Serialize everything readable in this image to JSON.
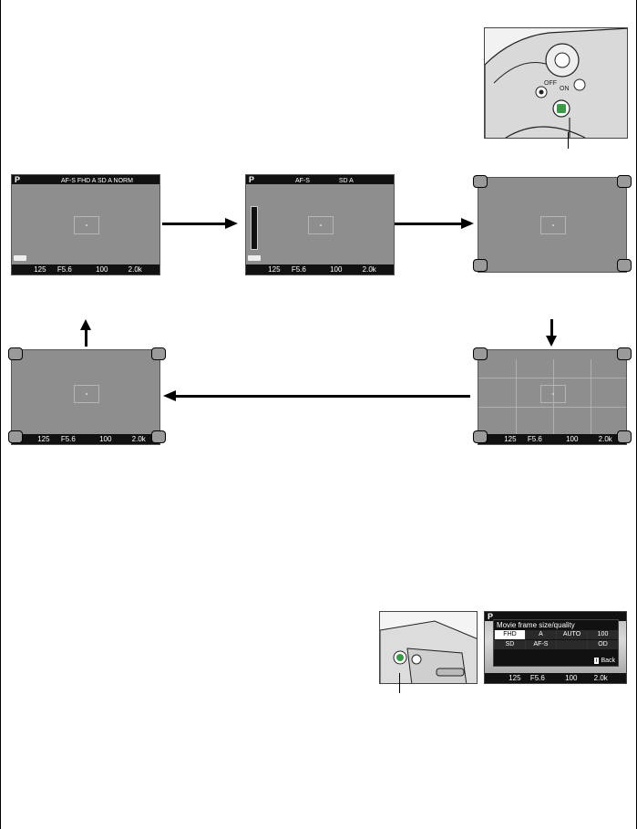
{
  "screens": {
    "s1": {
      "mode": "P",
      "top_info": "AF-S  FHD  A  SD  A  NORM",
      "shutter": "125",
      "aperture": "F5.6",
      "iso": "100",
      "remaining": "2.0k"
    },
    "s2": {
      "mode": "P",
      "top_info": "AF-S",
      "top_right": "SD  A",
      "shutter": "125",
      "aperture": "F5.6",
      "iso": "100",
      "remaining": "2.0k"
    },
    "s4": {
      "shutter": "125",
      "aperture": "F5.6",
      "iso": "100",
      "remaining": "2.0k"
    },
    "s5": {
      "shutter": "125",
      "aperture": "F5.6",
      "iso": "100",
      "remaining": "2.0k"
    }
  },
  "menu_screen": {
    "mode": "P",
    "title": "Movie frame size/quality",
    "row1": [
      "FHD",
      "A",
      "AUTO",
      "100"
    ],
    "row2": [
      "SD",
      "AF-S",
      "",
      "OD"
    ],
    "back": "Back",
    "shutter": "125",
    "aperture": "F5.6",
    "iso": "100",
    "remaining": "2.0k"
  },
  "icons": {
    "info_button": "info-button-icon",
    "i_button": "i-button-icon"
  },
  "colors": {
    "lcd_gray": "#8e8e8e",
    "bar_black": "#111111",
    "button_green": "#3a9a4a"
  }
}
